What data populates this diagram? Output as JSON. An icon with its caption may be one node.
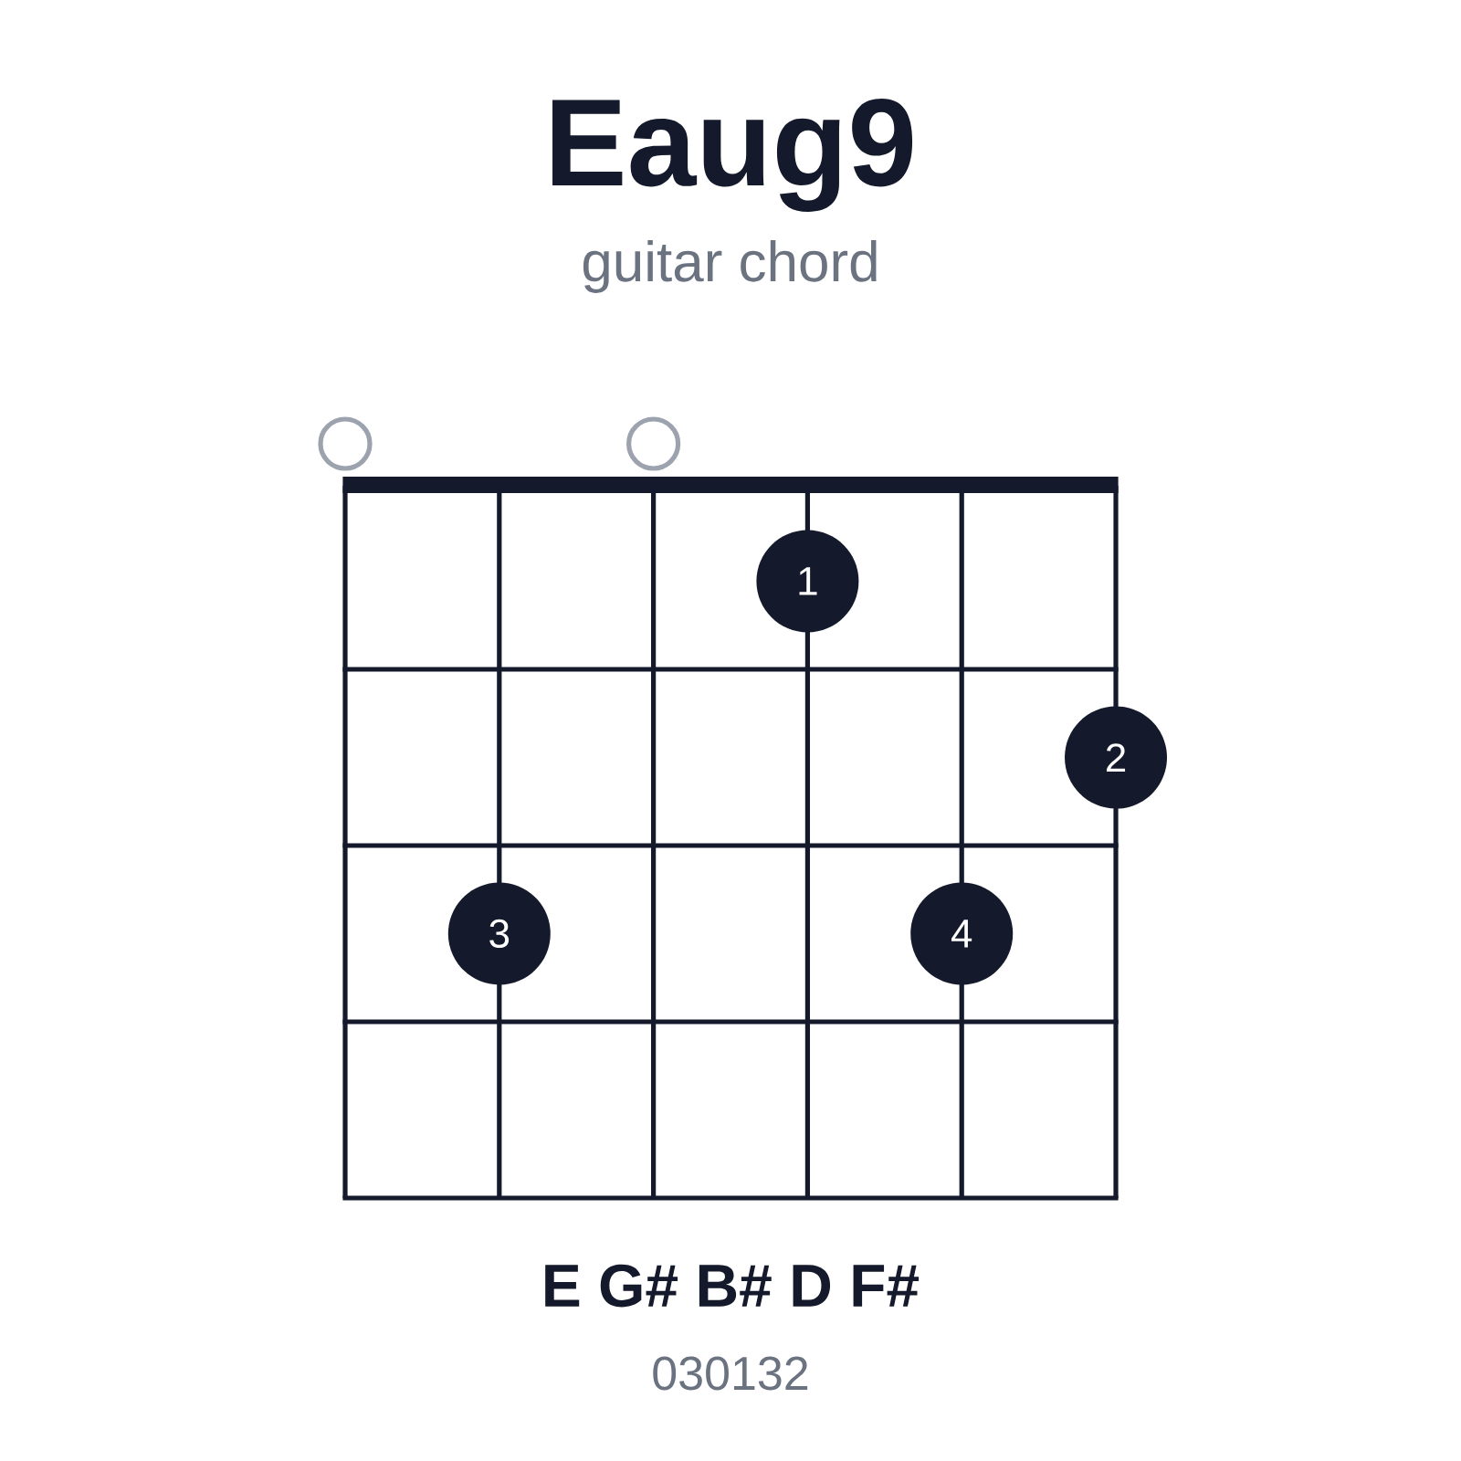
{
  "diagram": {
    "title": "Eaug9",
    "nodes": [
      {
        "text": [],
        "shape": "circle"
      },
      {
        "text": [],
        "shape": "circle"
      },
      {
        "text": [
          "1"
        ]
      },
      {
        "text": [
          "2"
        ]
      },
      {
        "text": [
          "3"
        ]
      },
      {
        "text": [
          "4"
        ]
      }
    ],
    "labels": [
      "guitar chord",
      "E G# B# D F#",
      "030132"
    ]
  }
}
